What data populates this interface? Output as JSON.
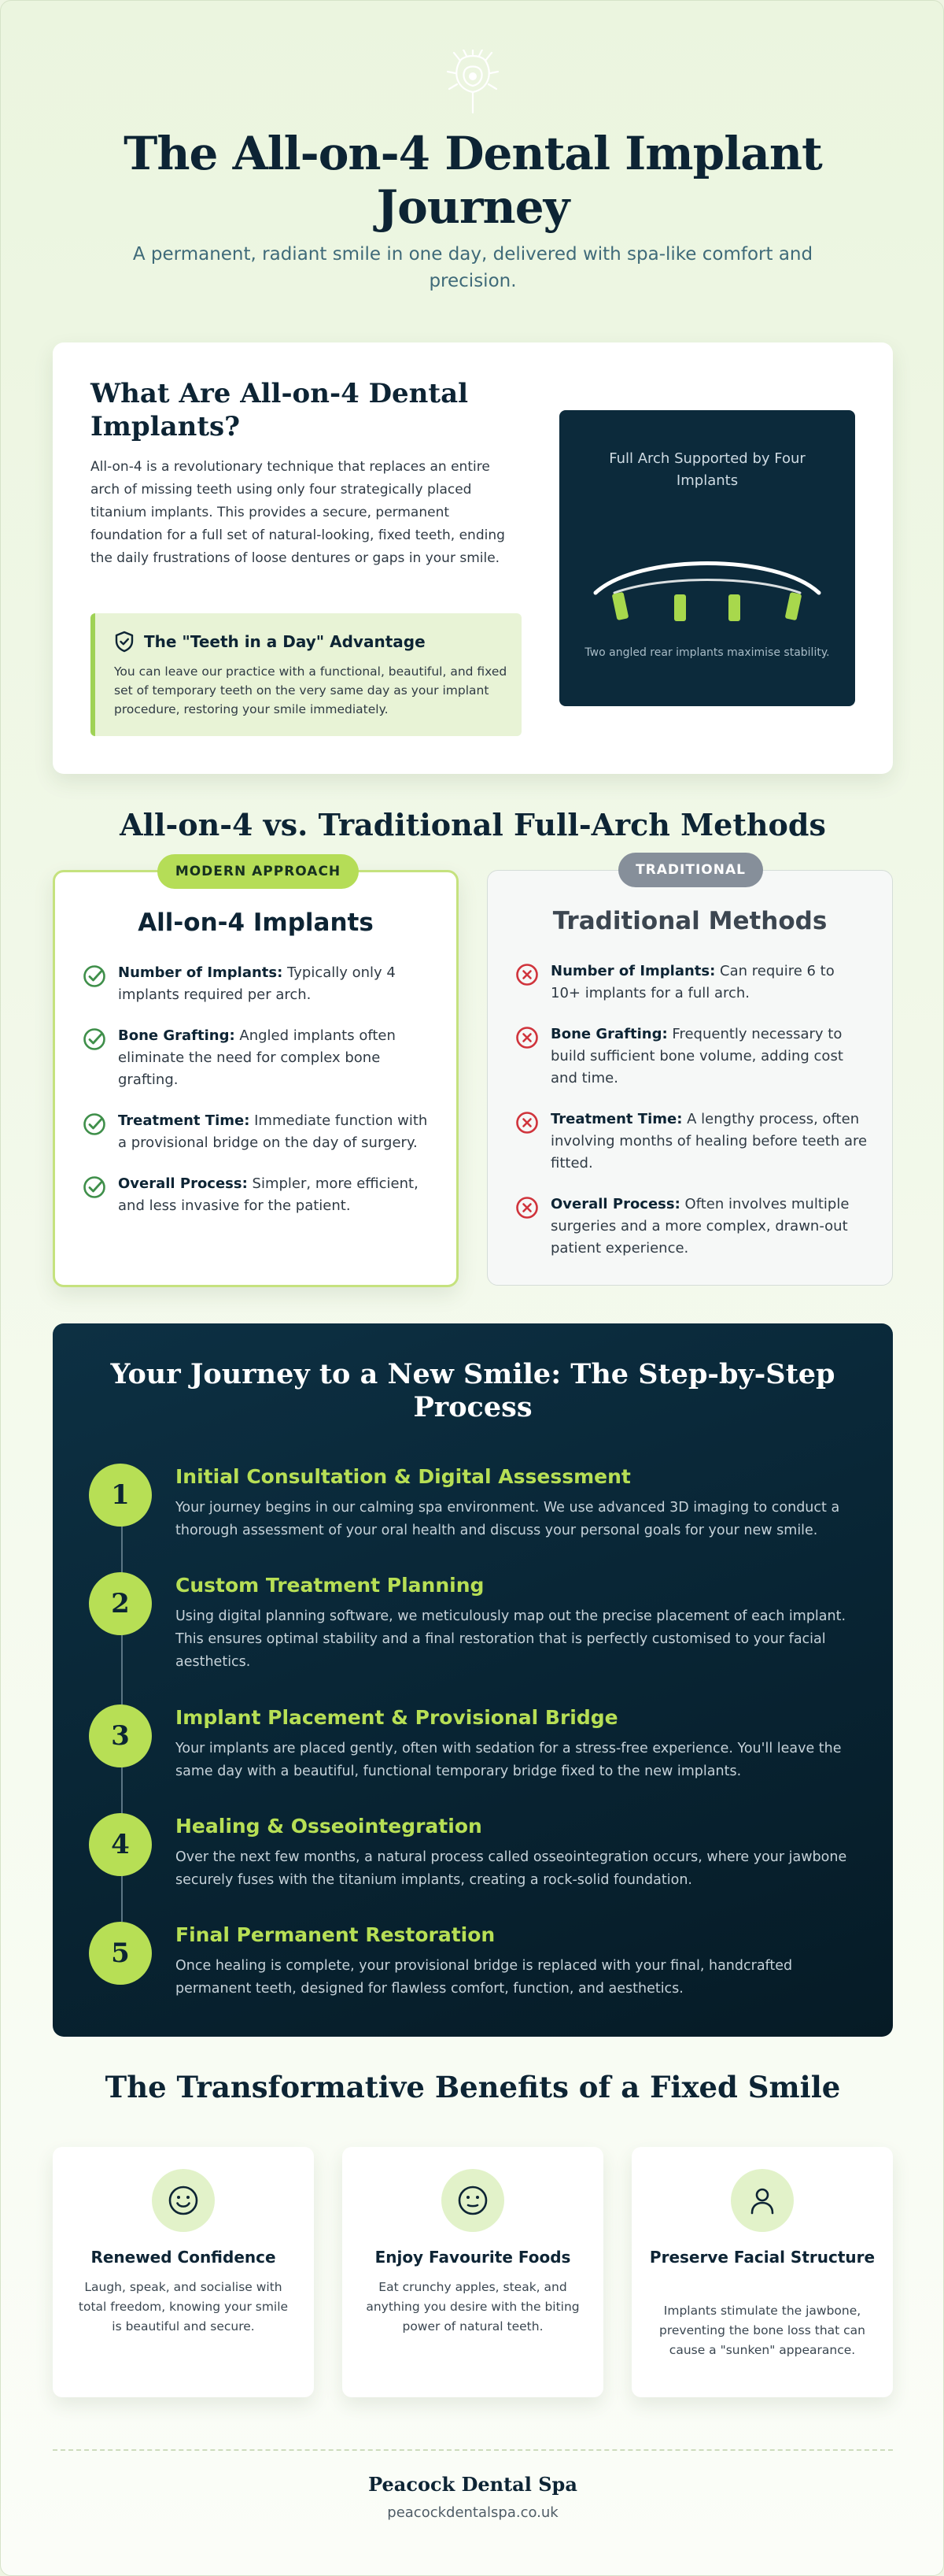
{
  "header": {
    "logo_icon": "peacock-feather-icon",
    "title": "The All-on-4 Dental Implant Journey",
    "subtitle": "A permanent, radiant smile in one day, delivered with spa-like comfort and precision."
  },
  "intro": {
    "title": "What Are All-on-4 Dental Implants?",
    "text": "All-on-4 is a revolutionary technique that replaces an entire arch of missing teeth using only four strategically placed titanium implants. This provides a secure, permanent foundation for a full set of natural-looking, fixed teeth, ending the daily frustrations of loose dentures or gaps in your smile.",
    "advantage": {
      "icon": "shield-check-icon",
      "title": "The \"Teeth in a Day\" Advantage",
      "text": "You can leave our practice with a functional, beautiful, and fixed set of temporary teeth on the very same day as your implant procedure, restoring your smile immediately."
    },
    "diagram": {
      "title": "Full Arch Supported by Four Implants",
      "caption": "Two angled rear implants maximise stability.",
      "arch_color": "#ffffff",
      "implant_color": "#a8d84c"
    }
  },
  "comparison": {
    "heading": "All-on-4 vs. Traditional Full-Arch Methods",
    "modern": {
      "badge": "MODERN APPROACH",
      "title": "All-on-4 Implants",
      "icon": "check-circle-icon",
      "icon_color": "#3f8f4a",
      "items": [
        {
          "label": "Number of Implants:",
          "text": "Typically only 4 implants required per arch."
        },
        {
          "label": "Bone Grafting:",
          "text": "Angled implants often eliminate the need for complex bone grafting."
        },
        {
          "label": "Treatment Time:",
          "text": "Immediate function with a provisional bridge on the day of surgery."
        },
        {
          "label": "Overall Process:",
          "text": "Simpler, more efficient, and less invasive for the patient."
        }
      ]
    },
    "traditional": {
      "badge": "TRADITIONAL",
      "title": "Traditional Methods",
      "icon": "x-circle-icon",
      "icon_color": "#d0343c",
      "items": [
        {
          "label": "Number of Implants:",
          "text": "Can require 6 to 10+ implants for a full arch."
        },
        {
          "label": "Bone Grafting:",
          "text": "Frequently necessary to build sufficient bone volume, adding cost and time."
        },
        {
          "label": "Treatment Time:",
          "text": "A lengthy process, often involving months of healing before teeth are fitted."
        },
        {
          "label": "Overall Process:",
          "text": "Often involves multiple surgeries and a more complex, drawn-out patient experience."
        }
      ]
    }
  },
  "journey": {
    "title": "Your Journey to a New Smile: The Step-by-Step Process",
    "accent": "#b7df55",
    "steps": [
      {
        "num": "1",
        "title": "Initial Consultation & Digital Assessment",
        "desc": "Your journey begins in our calming spa environment. We use advanced 3D imaging to conduct a thorough assessment of your oral health and discuss your personal goals for your new smile."
      },
      {
        "num": "2",
        "title": "Custom Treatment Planning",
        "desc": "Using digital planning software, we meticulously map out the precise placement of each implant. This ensures optimal stability and a final restoration that is perfectly customised to your facial aesthetics."
      },
      {
        "num": "3",
        "title": "Implant Placement & Provisional Bridge",
        "desc": "Your implants are placed gently, often with sedation for a stress-free experience. You'll leave the same day with a beautiful, functional temporary bridge fixed to the new implants."
      },
      {
        "num": "4",
        "title": "Healing & Osseointegration",
        "desc": "Over the next few months, a natural process called osseointegration occurs, where your jawbone securely fuses with the titanium implants, creating a rock-solid foundation."
      },
      {
        "num": "5",
        "title": "Final Permanent Restoration",
        "desc": "Once healing is complete, your provisional bridge is replaced with your final, handcrafted permanent teeth, designed for flawless comfort, function, and aesthetics."
      }
    ]
  },
  "benefits": {
    "heading": "The Transformative Benefits of a Fixed Smile",
    "items": [
      {
        "icon": "smile-icon",
        "title": "Renewed Confidence",
        "text": "Laugh, speak, and socialise with total freedom, knowing your smile is beautiful and secure."
      },
      {
        "icon": "meh-face-icon",
        "title": "Enjoy Favourite Foods",
        "text": "Eat crunchy apples, steak, and anything you desire with the biting power of natural teeth."
      },
      {
        "icon": "user-icon",
        "title": "Preserve Facial Structure",
        "text": "Implants stimulate the jawbone, preventing the bone loss that can cause a \"sunken\" appearance."
      }
    ]
  },
  "footer": {
    "name": "Peacock Dental Spa",
    "url": "peacockdentalspa.co.uk"
  }
}
